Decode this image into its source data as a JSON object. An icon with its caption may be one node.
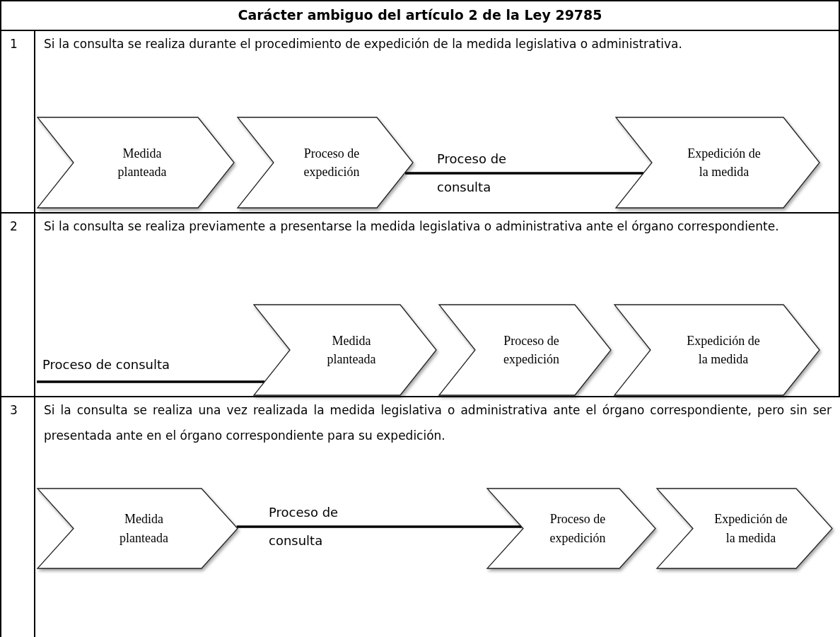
{
  "diagram": {
    "title": "Carácter ambiguo del artículo 2 de la Ley 29785",
    "nodes": [
      {
        "text": [
          "Medida planteada"
        ]
      },
      {
        "text": [
          "Proceso de expedición"
        ]
      },
      {
        "text": [
          "Expedición de la medida"
        ]
      },
      {
        "text": [
          "Medida planteada"
        ]
      },
      {
        "text": [
          "Proceso de expedición"
        ]
      },
      {
        "text": [
          "Expedición de la medida"
        ]
      },
      {
        "text": [
          "Medida planteada"
        ]
      },
      {
        "text": [
          "Proceso de expedición"
        ]
      },
      {
        "text": [
          "Expedición de la medida"
        ]
      }
    ],
    "edges": [
      {
        "from": 1,
        "to": 2,
        "arrow": "none",
        "label": "Proceso de consulta"
      },
      {
        "from": null,
        "to": 3,
        "arrow": "none",
        "label": "Proceso de consulta"
      },
      {
        "from": 6,
        "to": 7,
        "arrow": "none",
        "label": "Proceso de consulta"
      }
    ],
    "labels": [
      "1",
      "Si la consulta se realiza durante el procedimiento de expedición de la medida legislativa o administrativa.",
      "2",
      "Si la consulta se realiza previamente a presentarse la medida legislativa o administrativa ante el órgano correspondiente.",
      "3",
      "Si la consulta se realiza una vez realizada la medida legislativa o administrativa ante el órgano correspondiente, pero sin ser presentada ante en el órgano correspondiente para su expedición."
    ]
  }
}
